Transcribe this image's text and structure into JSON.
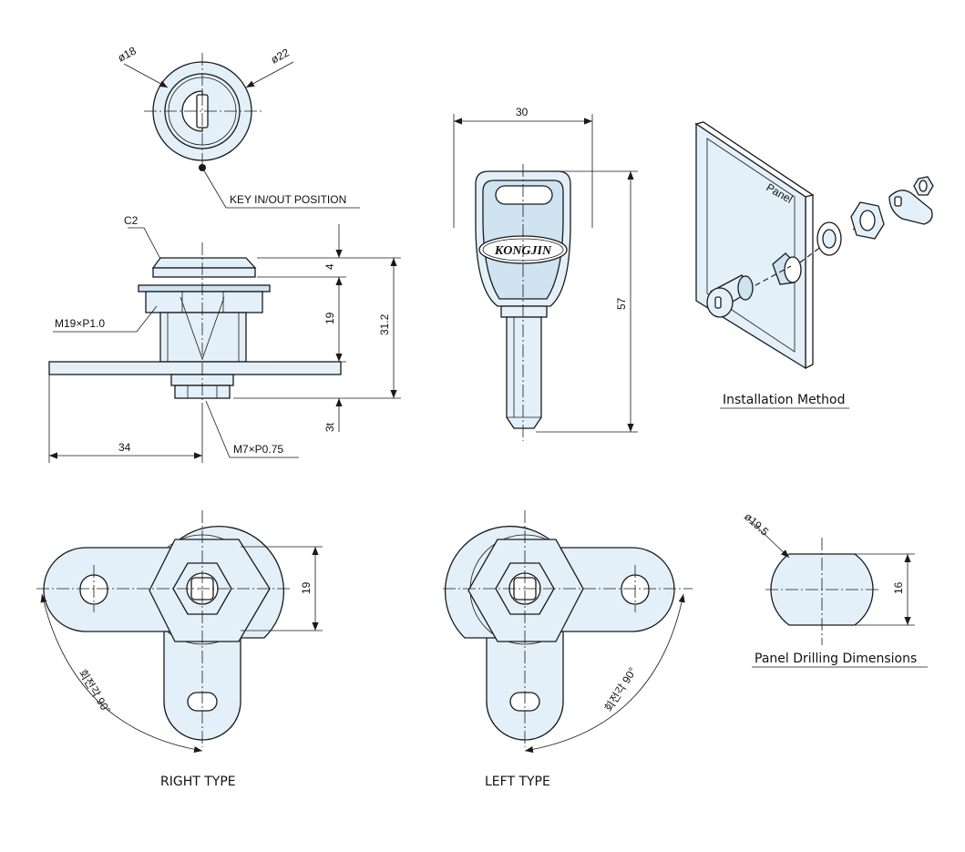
{
  "top_view": {
    "d_inner": "ø18",
    "d_outer": "ø22",
    "key_label": "KEY IN/OUT POSITION"
  },
  "side_view": {
    "chamfer": "C2",
    "h_top": "4",
    "h_body": "19",
    "h_total": "31.2",
    "h_shaft": "3t",
    "width": "34",
    "thread_big": "M19×P1.0",
    "thread_small": "M7×P0.75"
  },
  "key": {
    "width": "30",
    "height": "57",
    "brand": "KONGJIN"
  },
  "installation": {
    "panel_label": "Panel",
    "caption": "Installation Method"
  },
  "right_type": {
    "dim": "19",
    "rotation": "회전각 90°",
    "caption": "RIGHT TYPE"
  },
  "left_type": {
    "rotation": "회전각 90°",
    "caption": "LEFT TYPE"
  },
  "drilling": {
    "diameter": "ø19.5",
    "flat": "16",
    "caption": "Panel Drilling Dimensions"
  }
}
